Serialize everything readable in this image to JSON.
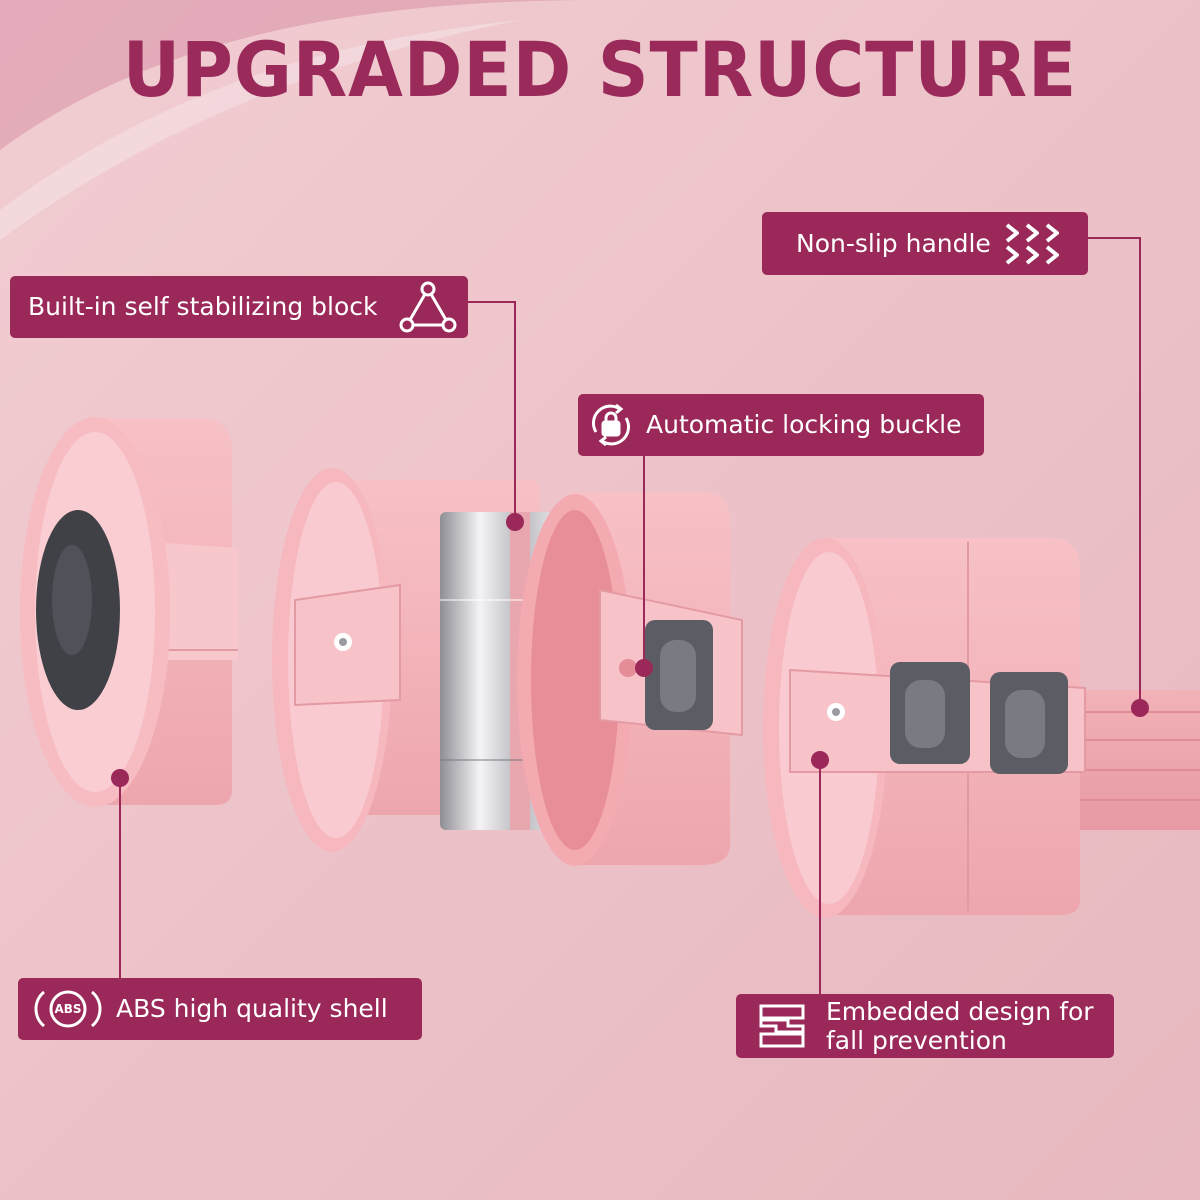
{
  "title": "UPGRADED STRUCTURE",
  "colors": {
    "background": "#ecc3c9",
    "accent": "#9a2858",
    "title": "#9a2a5a",
    "shell_pink": "#f3b4b9",
    "metal": "#c9c9ce",
    "rubber_gray": "#6f6f78"
  },
  "callouts": {
    "stabilizing_block": {
      "label": "Built-in self stabilizing block",
      "icon": "triangle-nodes-icon"
    },
    "non_slip_handle": {
      "label": "Non-slip handle",
      "icon": "double-chevron-right-icon"
    },
    "locking_buckle": {
      "label": "Automatic locking buckle",
      "icon": "lock-rotate-icon"
    },
    "abs_shell": {
      "label": "ABS high quality shell",
      "icon": "abs-badge-icon",
      "badge_text": "ABS"
    },
    "embedded_design": {
      "line1": "Embedded design for",
      "line2": "fall prevention",
      "icon": "interlock-blocks-icon"
    }
  }
}
